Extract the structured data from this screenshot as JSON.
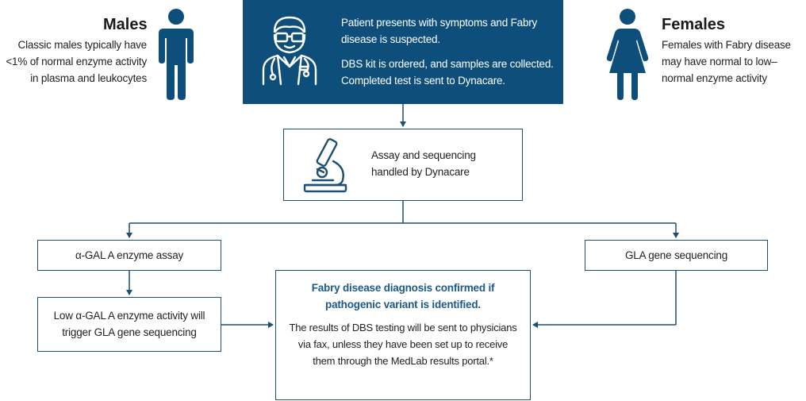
{
  "males": {
    "title": "Males",
    "description": "Classic males typically have <1% of normal enzyme activity in plasma and leukocytes",
    "icon": "male-person-icon"
  },
  "females": {
    "title": "Females",
    "description": "Females with Fabry disease may have normal to low–normal enzyme activity",
    "icon": "female-person-icon"
  },
  "patient": {
    "icon": "doctor-icon",
    "text_1": "Patient presents with symptoms and Fabry disease is suspected.",
    "text_2": "DBS kit is ordered, and samples are collected. Completed test is sent to Dynacare.",
    "bg_color": "#0d4e7a"
  },
  "assay": {
    "icon": "microscope-icon",
    "text": "Assay and sequencing handled by Dynacare"
  },
  "alpha_gal": {
    "text": "α-GAL A enzyme assay"
  },
  "gla": {
    "text": "GLA gene sequencing"
  },
  "low_activity": {
    "text": "Low α-GAL A enzyme activity will trigger GLA gene sequencing"
  },
  "diagnosis": {
    "title": "Fabry disease diagnosis confirmed if pathogenic variant is identified.",
    "body": "The results of DBS testing will be sent to physicians via fax, unless they have been set up to receive them through the MedLab results portal.*",
    "title_color": "#1d5a8a"
  },
  "colors": {
    "navy": "#0d4e7a",
    "line": "#1d4f73"
  }
}
